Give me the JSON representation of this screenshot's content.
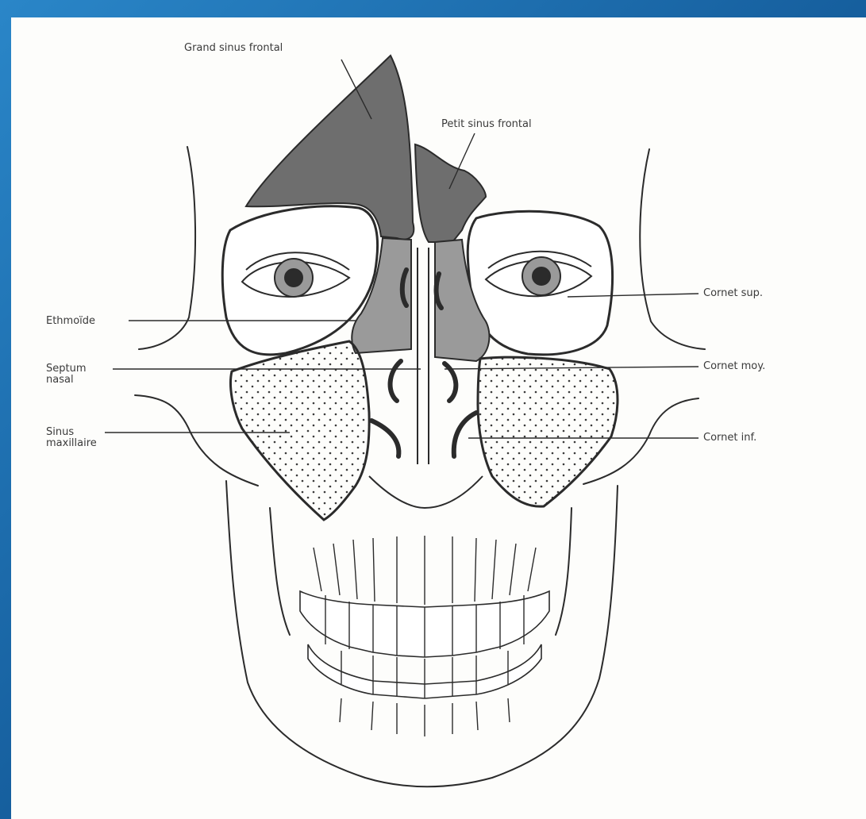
{
  "colors": {
    "background": "#1e6fb0",
    "panel": "#fdfdfb",
    "line": "#2b2b2b",
    "frontal_sinus": "#6e6e6e",
    "ethmoid": "#9a9a9a",
    "maxillary_dots": "#3a3a3a"
  },
  "labels": {
    "grand_sinus_frontal": "Grand sinus frontal",
    "petit_sinus_frontal": "Petit sinus frontal",
    "ethmoide": "Ethmoïde",
    "septum_nasal": "Septum\nnasal",
    "sinus_maxillaire": "Sinus\nmaxillaire",
    "cornet_sup": "Cornet sup.",
    "cornet_moy": "Cornet moy.",
    "cornet_inf": "Cornet inf."
  }
}
